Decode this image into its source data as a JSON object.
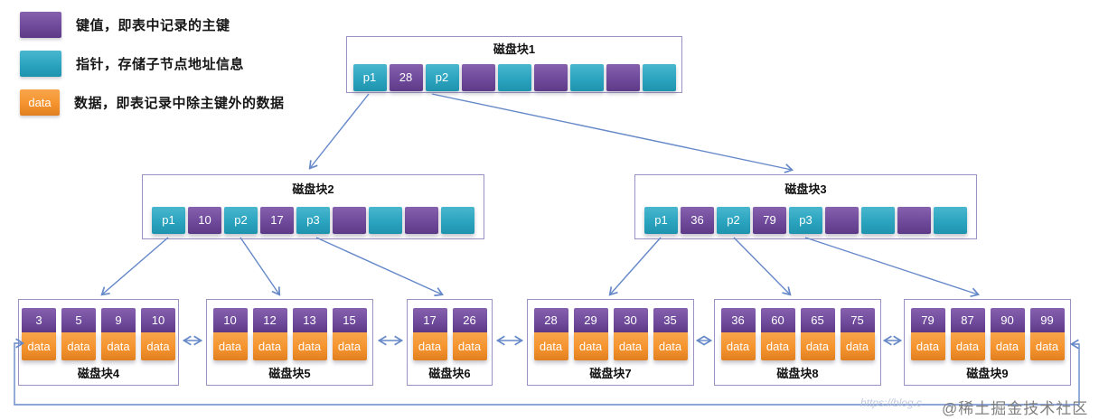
{
  "legend": {
    "items": [
      {
        "type": "key",
        "swatch_text": "",
        "label": "键值，即表中记录的主键"
      },
      {
        "type": "pointer",
        "swatch_text": "",
        "label": "指针，存储子节点地址信息"
      },
      {
        "type": "data",
        "swatch_text": "data",
        "label": "数据，即表记录中除主键外的数据"
      }
    ]
  },
  "tree": {
    "root": {
      "title": "磁盘块1",
      "cells": [
        {
          "type": "pointer",
          "label": "p1"
        },
        {
          "type": "key",
          "label": "28"
        },
        {
          "type": "pointer",
          "label": "p2"
        },
        {
          "type": "key",
          "label": ""
        },
        {
          "type": "pointer",
          "label": ""
        },
        {
          "type": "key",
          "label": ""
        },
        {
          "type": "pointer",
          "label": ""
        },
        {
          "type": "key",
          "label": ""
        },
        {
          "type": "pointer",
          "label": ""
        }
      ]
    },
    "internal": [
      {
        "title": "磁盘块2",
        "cells": [
          {
            "type": "pointer",
            "label": "p1"
          },
          {
            "type": "key",
            "label": "10"
          },
          {
            "type": "pointer",
            "label": "p2"
          },
          {
            "type": "key",
            "label": "17"
          },
          {
            "type": "pointer",
            "label": "p3"
          },
          {
            "type": "key",
            "label": ""
          },
          {
            "type": "pointer",
            "label": ""
          },
          {
            "type": "key",
            "label": ""
          },
          {
            "type": "pointer",
            "label": ""
          }
        ]
      },
      {
        "title": "磁盘块3",
        "cells": [
          {
            "type": "pointer",
            "label": "p1"
          },
          {
            "type": "key",
            "label": "36"
          },
          {
            "type": "pointer",
            "label": "p2"
          },
          {
            "type": "key",
            "label": "79"
          },
          {
            "type": "pointer",
            "label": "p3"
          },
          {
            "type": "key",
            "label": ""
          },
          {
            "type": "pointer",
            "label": ""
          },
          {
            "type": "key",
            "label": ""
          },
          {
            "type": "pointer",
            "label": ""
          }
        ]
      }
    ],
    "leaves": [
      {
        "title": "磁盘块4",
        "entries": [
          {
            "key": "3",
            "data": "data"
          },
          {
            "key": "5",
            "data": "data"
          },
          {
            "key": "9",
            "data": "data"
          },
          {
            "key": "10",
            "data": "data"
          }
        ]
      },
      {
        "title": "磁盘块5",
        "entries": [
          {
            "key": "10",
            "data": "data"
          },
          {
            "key": "12",
            "data": "data"
          },
          {
            "key": "13",
            "data": "data"
          },
          {
            "key": "15",
            "data": "data"
          }
        ]
      },
      {
        "title": "磁盘块6",
        "entries": [
          {
            "key": "17",
            "data": "data"
          },
          {
            "key": "26",
            "data": "data"
          }
        ]
      },
      {
        "title": "磁盘块7",
        "entries": [
          {
            "key": "28",
            "data": "data"
          },
          {
            "key": "29",
            "data": "data"
          },
          {
            "key": "30",
            "data": "data"
          },
          {
            "key": "35",
            "data": "data"
          }
        ]
      },
      {
        "title": "磁盘块8",
        "entries": [
          {
            "key": "36",
            "data": "data"
          },
          {
            "key": "60",
            "data": "data"
          },
          {
            "key": "65",
            "data": "data"
          },
          {
            "key": "75",
            "data": "data"
          }
        ]
      },
      {
        "title": "磁盘块9",
        "entries": [
          {
            "key": "79",
            "data": "data"
          },
          {
            "key": "87",
            "data": "data"
          },
          {
            "key": "90",
            "data": "data"
          },
          {
            "key": "99",
            "data": "data"
          }
        ]
      }
    ]
  },
  "watermark": {
    "faint": "https://blog.c",
    "site": "@稀土掘金技术社区"
  },
  "colors": {
    "key": "#6F4A9B",
    "pointer": "#2BA4BF",
    "data": "#F5942E",
    "arrow": "#6588C8",
    "node_border": "#9A90C2"
  }
}
